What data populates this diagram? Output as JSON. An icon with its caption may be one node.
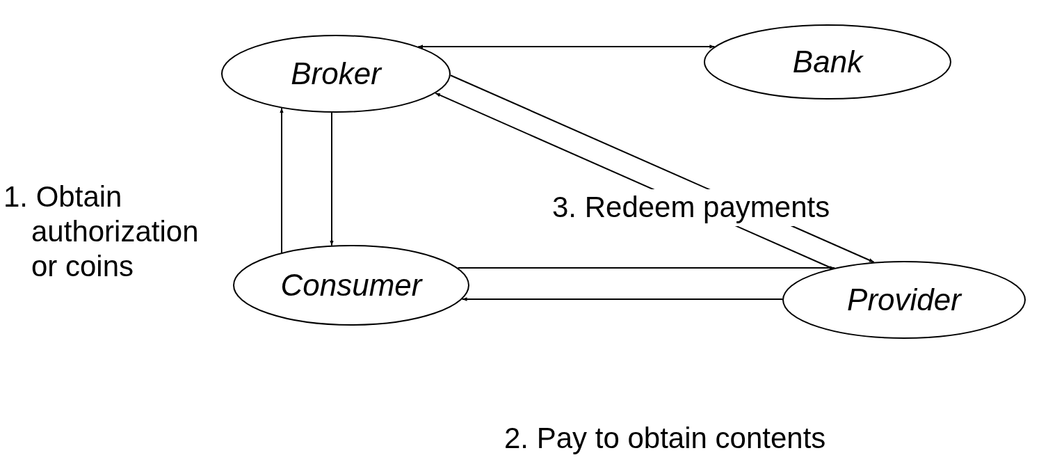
{
  "diagram": {
    "nodes": [
      {
        "text": [
          "Broker"
        ]
      },
      {
        "text": [
          "Bank"
        ]
      },
      {
        "text": [
          "Consumer"
        ]
      },
      {
        "text": [
          "Provider"
        ]
      }
    ],
    "edges": [
      {
        "from": 0,
        "to": 1,
        "arrow": "both"
      },
      {
        "from": 2,
        "to": 0,
        "arrow": "to"
      },
      {
        "from": 0,
        "to": 2,
        "arrow": "to"
      },
      {
        "from": 0,
        "to": 3,
        "arrow": "to"
      },
      {
        "from": 3,
        "to": 0,
        "arrow": "to"
      },
      {
        "from": 2,
        "to": 3,
        "arrow": "to"
      },
      {
        "from": 3,
        "to": 2,
        "arrow": "to"
      }
    ],
    "labels": [
      "1. Obtain authorization or coins",
      "3. Redeem payments",
      "2. Pay to obtain contents"
    ]
  }
}
